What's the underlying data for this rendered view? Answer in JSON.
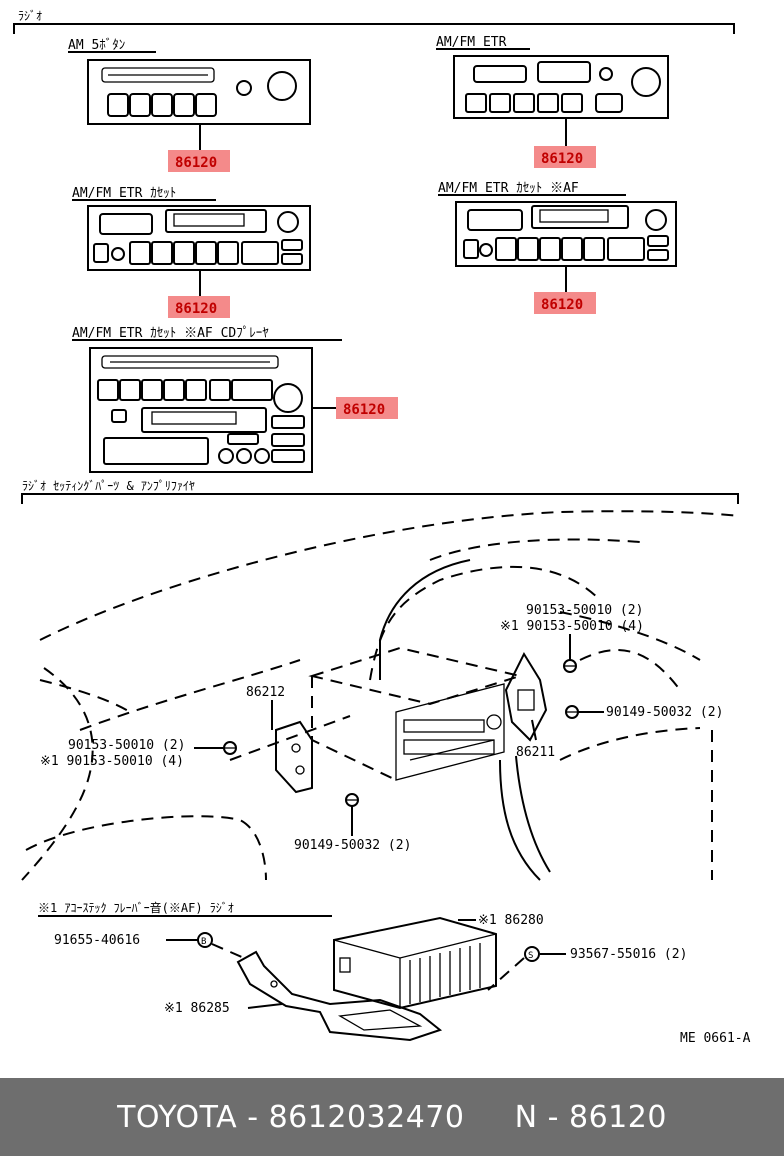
{
  "sections": {
    "radio": "ﾗｼﾞｵ",
    "setting": "ﾗｼﾞｵ ｾｯﾃｨﾝｸﾞﾊﾟｰﾂ & ｱﾝﾌﾟﾘﾌｧｲﾔ",
    "amp": "※1 ｱｺｰｽﾃｯｸ ﾌﾚｰﾊﾞｰ音(※AF) ﾗｼﾞｵ"
  },
  "variants": [
    {
      "title": "AM 5ﾎﾞﾀﾝ",
      "part": "86120"
    },
    {
      "title": "AM/FM ETR",
      "part": "86120"
    },
    {
      "title": "AM/FM ETR ｶｾｯﾄ",
      "part": "86120"
    },
    {
      "title": "AM/FM ETR ｶｾｯﾄ ※AF",
      "part": "86120"
    },
    {
      "title": "AM/FM ETR ｶｾｯﾄ ※AF CDﾌﾟﾚｰﾔ",
      "part": "86120"
    }
  ],
  "callouts": {
    "c1": "90153-50010 (2)",
    "c2": "※1 90153-50010 (4)",
    "c3": "90149-50032 (2)",
    "c4": "86212",
    "c5": "90153-50010 (2)",
    "c6": "※1 90153-50010 (4)",
    "c7": "86211",
    "c8": "90149-50032 (2)",
    "c9": "※1 86280",
    "c10": "91655-40616",
    "c11": "93567-55016 (2)",
    "c12": "※1 86285"
  },
  "diagram_code": "ME 0661-A",
  "footer": "TOYOTA - 8612032470     N - 86120"
}
